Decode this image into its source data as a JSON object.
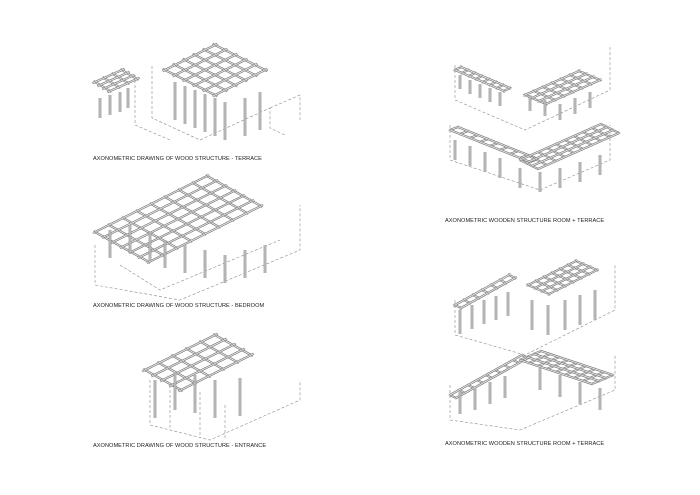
{
  "sheet": {
    "captions": {
      "terrace": "AXONOMETRIC DRAWING OF WOOD STRUCTURE - TERRACE",
      "bedroom": "AXONOMETRIC DRAWING OF WOOD STRUCTURE - BEDROOM",
      "entrance": "AXONOMETRIC DRAWING OF WOOD STRUCTURE - ENTRANCE",
      "room_terrace_1": "AXONOMETRIC WOODEN STRUCTURE ROOM + TERRACE",
      "room_terrace_2": "AXONOMETRIC WOODEN STRUCTURE ROOM + TERRACE"
    }
  }
}
